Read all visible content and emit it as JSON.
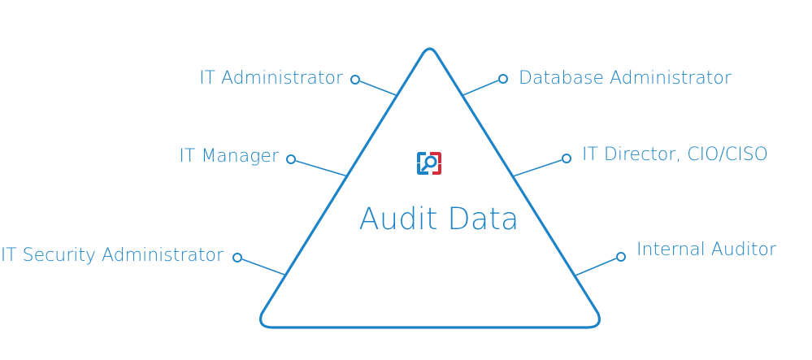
{
  "diagram": {
    "center": {
      "title": "Audit Data",
      "logo_icon": "audit-magnifier-logo-icon"
    },
    "roles": {
      "left": [
        {
          "label": "IT Administrator"
        },
        {
          "label": "IT Manager"
        },
        {
          "label": "IT Security Administrator"
        }
      ],
      "right": [
        {
          "label": "Database Administrator"
        },
        {
          "label": "IT Director, CIO/CISO"
        },
        {
          "label": "Internal Auditor"
        }
      ]
    },
    "colors": {
      "accent": "#1c84c6",
      "logo_red": "#d52b3a",
      "logo_blue": "#1c84c6"
    }
  }
}
